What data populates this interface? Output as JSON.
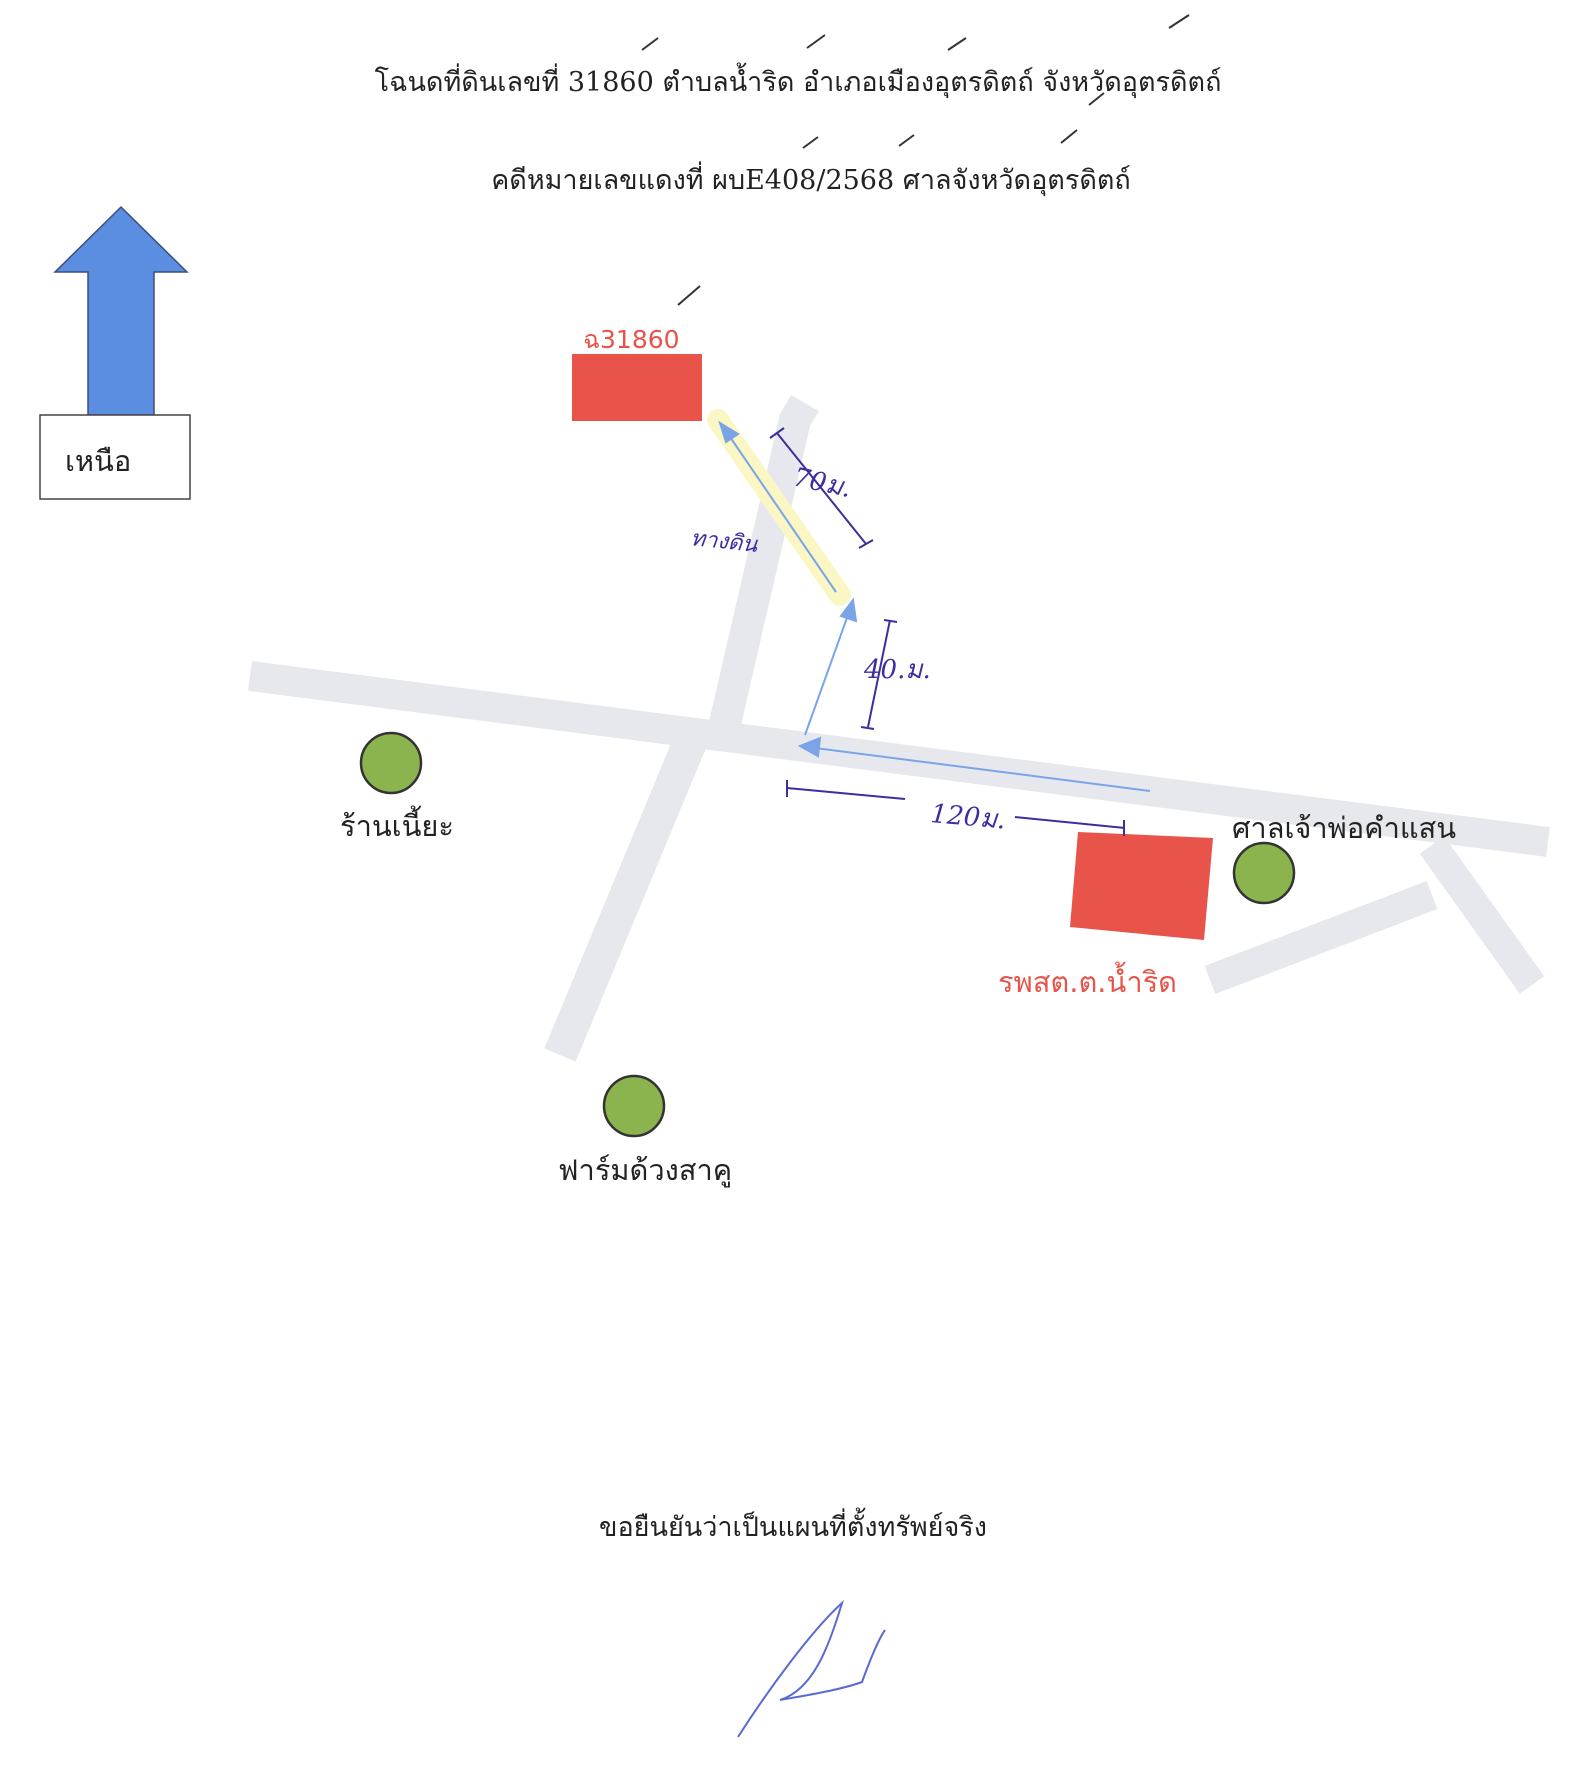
{
  "document": {
    "title_line_1": "โฉนดที่ดินเลขที่ 31860 ตำบลน้ำริด อำเภอเมืองอุตรดิตถ์ จังหวัดอุตรดิตถ์",
    "title_line_2": "คดีหมายเลขแดงที่ ผบE408/2568 ศาลจังหวัดอุตรดิตถ์",
    "confirmation": "ขอยืนยันว่าเป็นแผนที่ตั้งทรัพย์จริง"
  },
  "map": {
    "north_label": "เหนือ",
    "parcel_label": "ฉ31860",
    "dirt_road_label": "ทางดิน",
    "distances": {
      "d70": "70ม.",
      "d40": "40.ม.",
      "d120": "120ม."
    },
    "landmarks": {
      "shop": "ร้านเนี้ยะ",
      "shrine": "ศาลเจ้าพ่อคำแสน",
      "farm": "ฟาร์มด้วงสาคู",
      "hospital": "รพสต.ต.น้ำริด"
    },
    "colors": {
      "north_arrow": "#5b8de0",
      "building": "#e8534a",
      "landmark": "#8bb44f",
      "road": "#e6e8ee",
      "route": "#7aa4e6",
      "dirt_highlight": "#fbf7c4",
      "ink": "#3b2fa0"
    }
  }
}
